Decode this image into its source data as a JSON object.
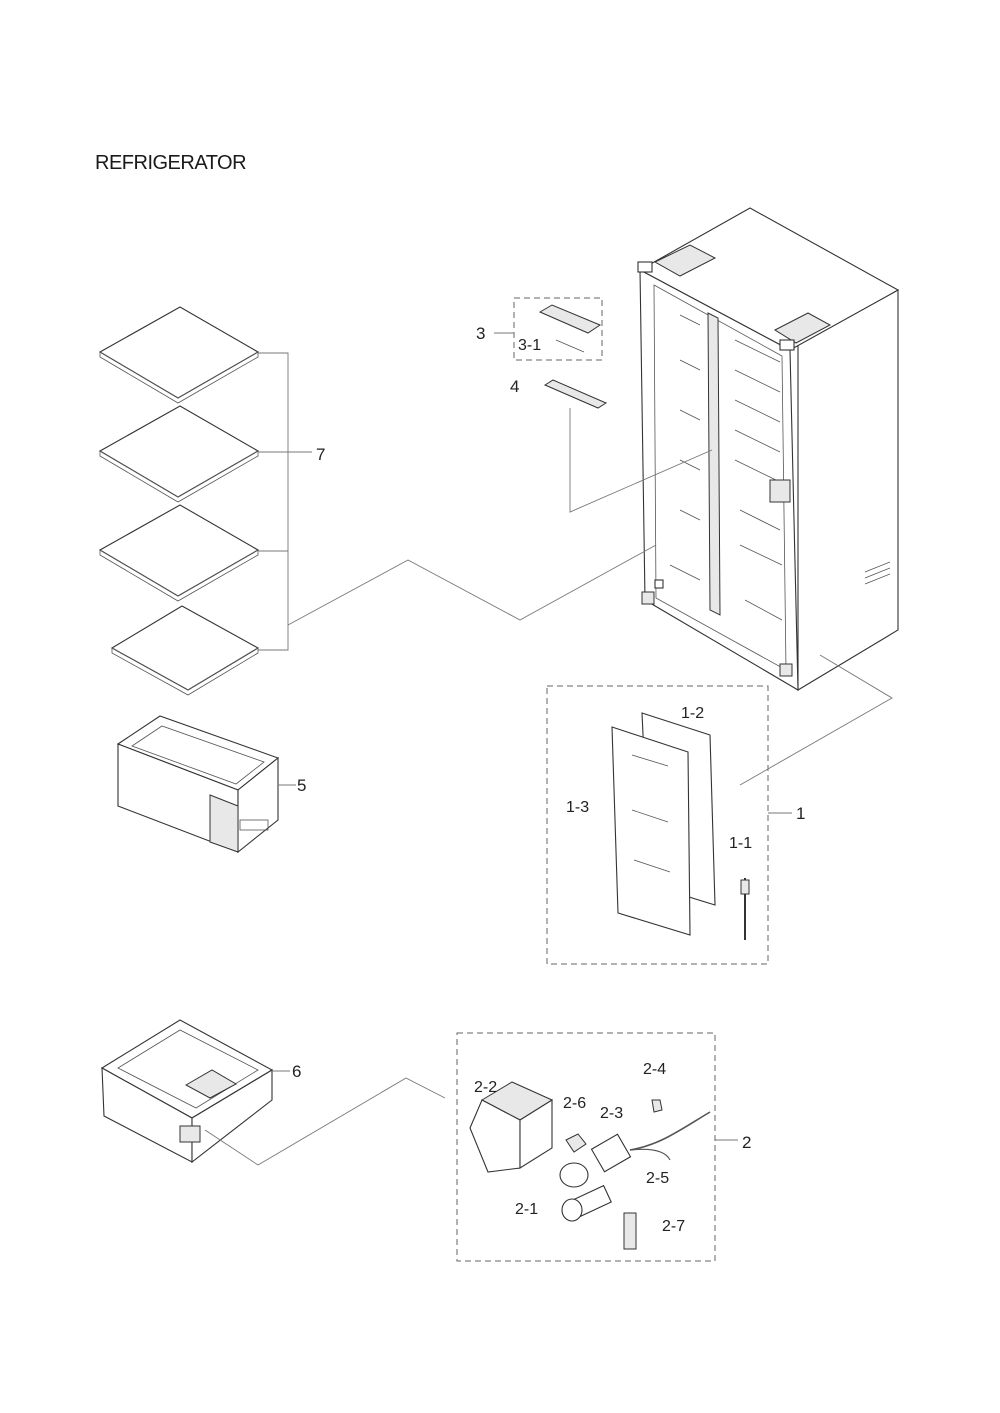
{
  "title": "REFRIGERATOR",
  "callouts": {
    "c1": "1",
    "c1_1": "1-1",
    "c1_2": "1-2",
    "c1_3": "1-3",
    "c2": "2",
    "c2_1": "2-1",
    "c2_2": "2-2",
    "c2_3": "2-3",
    "c2_4": "2-4",
    "c2_5": "2-5",
    "c2_6": "2-6",
    "c2_7": "2-7",
    "c3": "3",
    "c3_1": "3-1",
    "c4": "4",
    "c5": "5",
    "c6": "6",
    "c7": "7"
  }
}
